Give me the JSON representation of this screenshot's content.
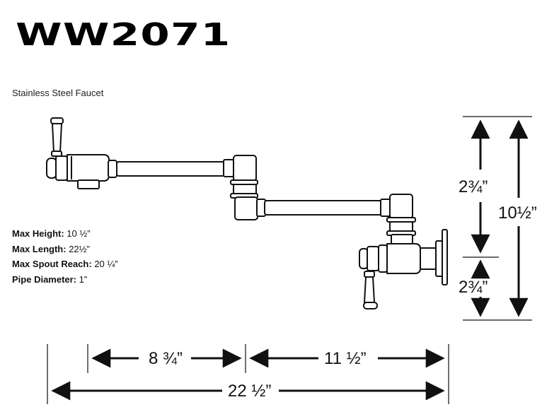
{
  "title": "WW2071",
  "subtitle": "Stainless Steel Faucet",
  "specs": [
    {
      "label": "Max Height:",
      "value": "10 ½”"
    },
    {
      "label": "Max Length:",
      "value": "22½”"
    },
    {
      "label": "Max Spout Reach:",
      "value": "20 ¼”"
    },
    {
      "label": "Pipe Diameter:",
      "value": "1”"
    }
  ],
  "dimensions": {
    "upper_height": "2¾”",
    "lower_height": "2¾”",
    "total_height": "10½”",
    "left_width": "8 ¾”",
    "right_width": "11 ½”",
    "total_width": "22 ½”"
  }
}
